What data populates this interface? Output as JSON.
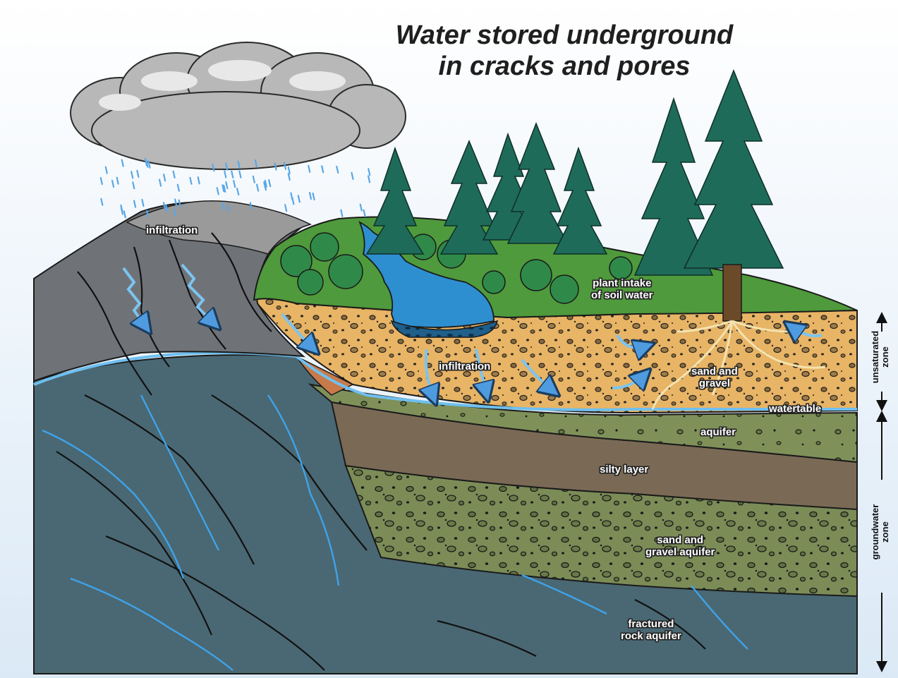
{
  "title": {
    "line1": "Water stored underground",
    "line2": "in cracks and pores"
  },
  "labels": {
    "infiltration_rock": "infiltration",
    "plant_intake_1": "plant intake",
    "plant_intake_2": "of soil water",
    "infiltration_soil": "infiltration",
    "sand_gravel_1": "sand and",
    "sand_gravel_2": "gravel",
    "watertable": "watertable",
    "aquifer": "aquifer",
    "silty_layer": "silty layer",
    "sand_gravel_aquifer_1": "sand and",
    "sand_gravel_aquifer_2": "gravel aquifer",
    "fractured_1": "fractured",
    "fractured_2": "rock aquifer"
  },
  "zones": {
    "unsaturated_1": "unsaturated",
    "unsaturated_2": "zone",
    "groundwater_1": "groundwater",
    "groundwater_2": "zone"
  },
  "colors": {
    "sky": "#e6f0fa",
    "rock_top": "#8a8a8a",
    "rock_face": "#6f7378",
    "fractured_rock": "#4a6873",
    "water_line": "#5fb0e6",
    "soil_unsaturated": "#e8b465",
    "aquifer_green": "#7b8c57",
    "silty_layer": "#7a6a55",
    "grass": "#4f9a3c",
    "tree": "#1f6b5a",
    "pond": "#2e8fd0"
  }
}
